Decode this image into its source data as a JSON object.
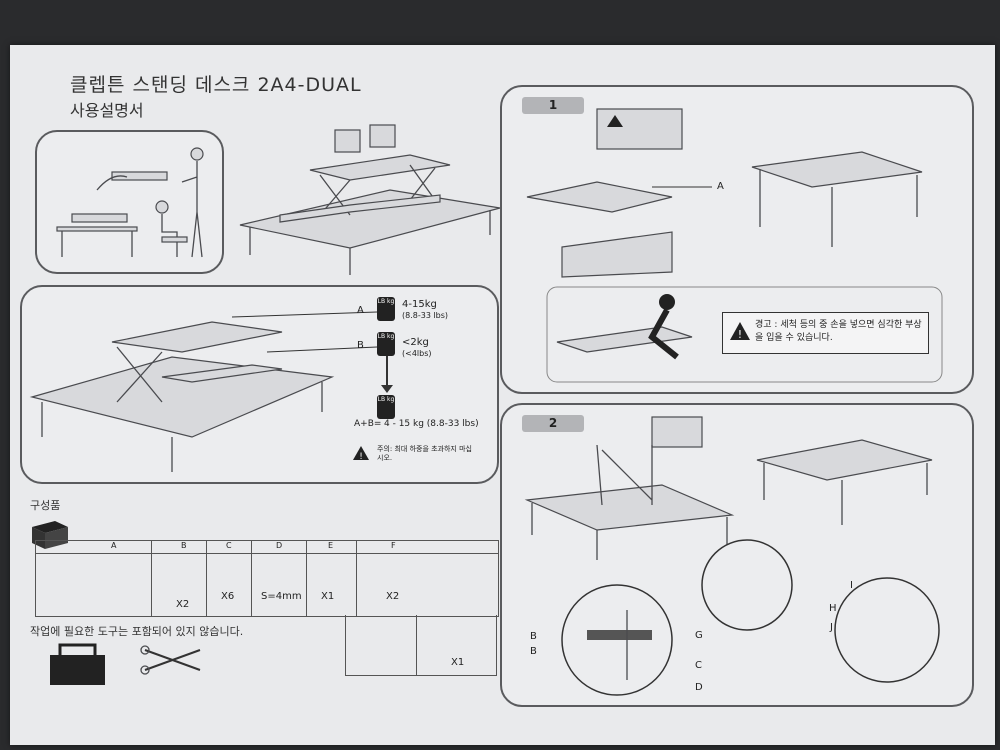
{
  "title": {
    "line1": "클렙튼 스탠딩 데스크 2A4-DUAL",
    "line2": "사용설명서"
  },
  "capacity": {
    "label_a": "A",
    "label_b": "B",
    "weight_a": "4-15kg",
    "weight_a_lbs": "(8.8-33 lbs)",
    "weight_b": "<2kg",
    "weight_b_lbs": "(<4lbs)",
    "sum_label": "A+B=",
    "sum_value": "4 - 15 kg (8.8-33 lbs)",
    "icon_text": "LB kg",
    "warning_text": "주의: 최대 하중을 초과하지 마십시오."
  },
  "components": {
    "heading": "구성품",
    "headers": [
      "A",
      "B",
      "C",
      "D",
      "E",
      "F"
    ],
    "qty": [
      "X2",
      "X6",
      "S=4mm",
      "X1",
      "X2",
      "X1"
    ],
    "note": "작업에 필요한 도구는 포함되어 있지 않습니다."
  },
  "step1": {
    "number": "1",
    "label_a": "A",
    "warning": "경고 : 세척 등의 중 손을 넣으면 심각한 부상을 입을 수 있습니다."
  },
  "step2": {
    "number": "2",
    "labels": {
      "b1": "B",
      "b2": "B",
      "g": "G",
      "c": "C",
      "d": "D",
      "h": "H",
      "i": "I",
      "j": "J"
    }
  }
}
